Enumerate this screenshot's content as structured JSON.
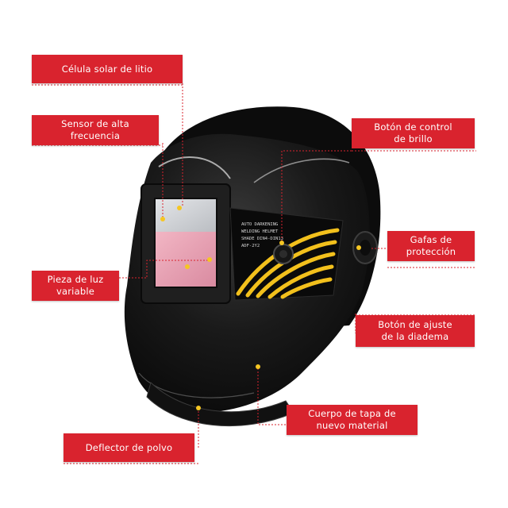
{
  "colors": {
    "label_bg": "#d9232e",
    "label_text": "#ffffff",
    "helmet": "#121212",
    "lens_top": "#cfd2d6",
    "lens_bottom": "#e9a3b4",
    "accent": "#f2c01c",
    "marker": "#f5c623",
    "leader": "#d9232e"
  },
  "labels": {
    "solar_cell": "Célula solar de litio",
    "sensor": "Sensor de alta\nfrecuencia",
    "brightness": "Botón de control\nde brillo",
    "goggles": "Gafas de\nprotección",
    "variable_light": "Pieza de luz\nvariable",
    "headband": "Botón de ajuste\nde la diadema",
    "shell": "Cuerpo de tapa de\nnuevo material",
    "dust": "Deflector de polvo"
  },
  "helmet_text": {
    "line1": "AUTO DARKENING",
    "line2": "WELDING HELMET",
    "line3": "SHADE DIN4-DIN13",
    "line4": "ADF-2Y2"
  }
}
